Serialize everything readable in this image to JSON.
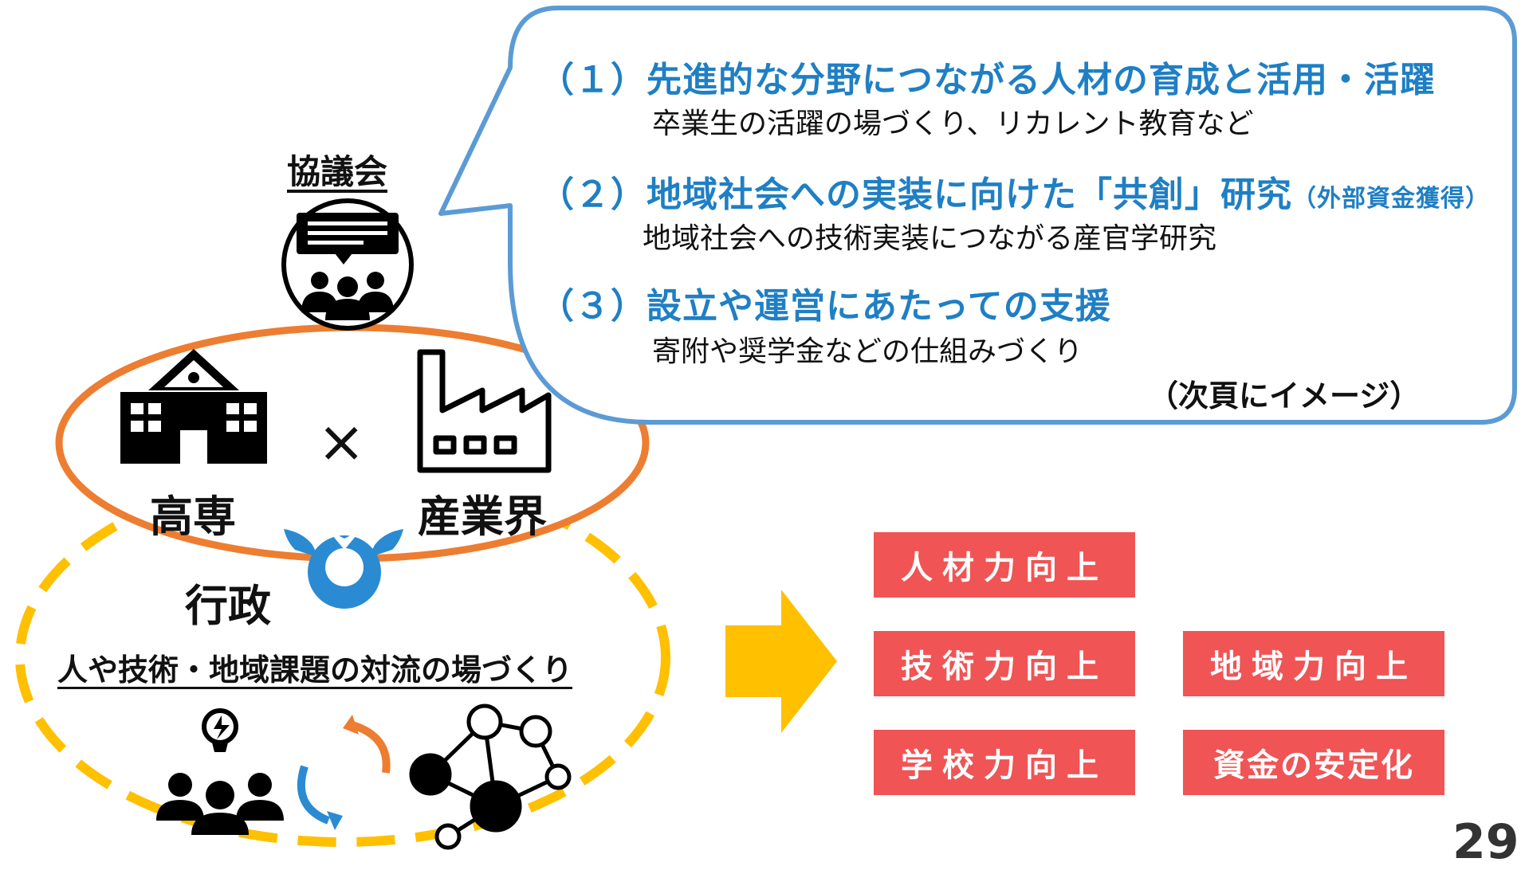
{
  "council": {
    "label": "協議会"
  },
  "bubble": {
    "items": [
      {
        "title": "（１）先進的な分野につながる人材の育成と活用・活躍",
        "title_note": "",
        "description": "卒業生の活躍の場づくり、リカレント教育など"
      },
      {
        "title": "（２）地域社会への実装に向けた「共創」研究",
        "title_note": "（外部資金獲得）",
        "description": "地域社会への技術実装につながる産官学研究"
      },
      {
        "title": "（３）設立や運営にあたっての支援",
        "title_note": "",
        "description": "寄附や奨学金などの仕組みづくり"
      }
    ],
    "footnote": "（次頁にイメージ）"
  },
  "partners": {
    "kosen": "高専",
    "cross": "×",
    "industry": "産業界",
    "government": "行政"
  },
  "exchange": {
    "label": "人や技術・地域課題の対流の場づくり"
  },
  "outcomes": [
    "人材力向上",
    "技術力向上",
    "地域力向上",
    "学校力向上",
    "資金の安定化"
  ],
  "page_number": "29",
  "colors": {
    "accent_blue": "#1f7fc4",
    "bubble_border": "#5b9bd5",
    "orange": "#ed7d31",
    "gold": "#ffc000",
    "red": "#f05455"
  }
}
